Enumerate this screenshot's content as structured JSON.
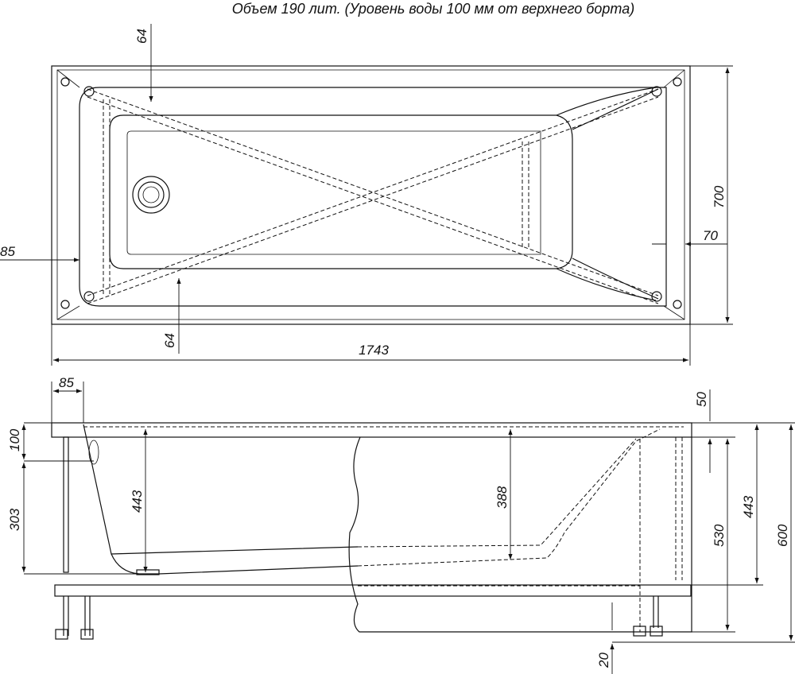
{
  "title": "Объем 190 лит. (Уровень воды 100 мм от верхнего борта)",
  "top_view": {
    "dims": {
      "rim_top": "64",
      "rim_bottom": "64",
      "width": "700",
      "rim_right": "70",
      "rim_left": "85",
      "length": "1743"
    }
  },
  "side_view": {
    "dims": {
      "rim_left": "85",
      "rim_thickness": "50",
      "overflow": "100",
      "overflow_to_bottom": "303",
      "depth_left": "443",
      "depth_right": "388",
      "frame_height": "530",
      "depth_total": "443",
      "total_height": "600",
      "feet": "20"
    }
  }
}
